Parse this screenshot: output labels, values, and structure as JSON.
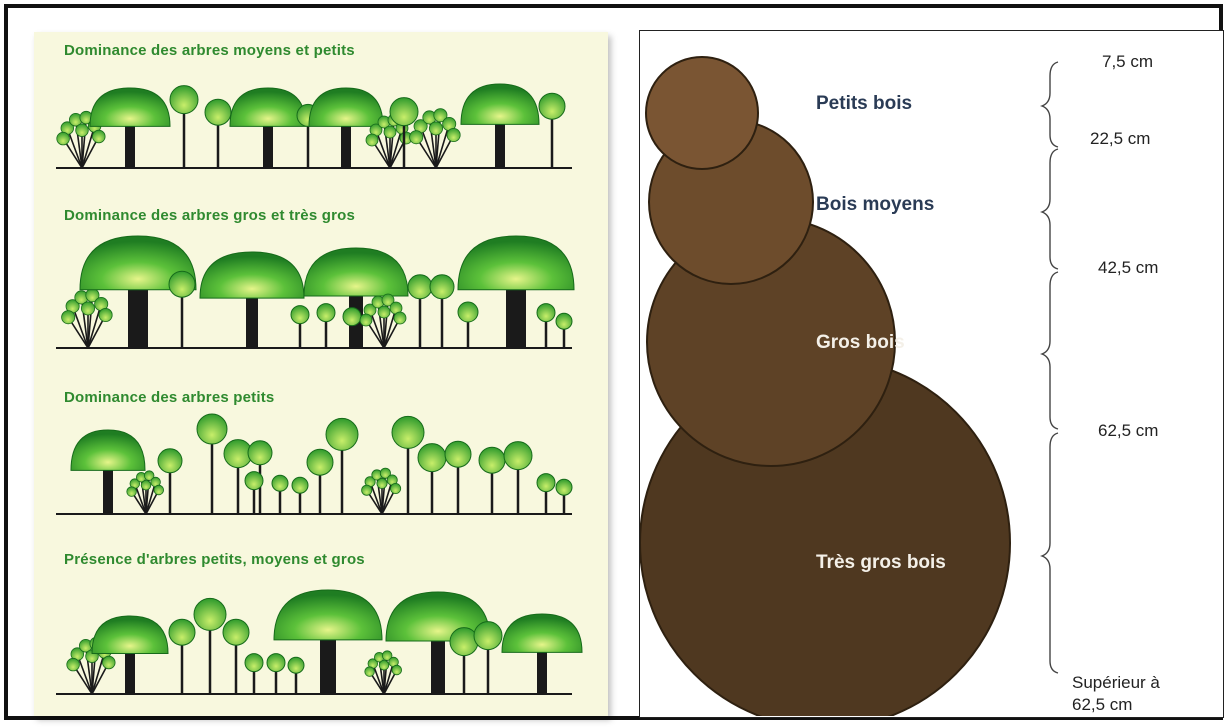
{
  "left_panel": {
    "sections": [
      {
        "title": "Dominance des arbres moyens et petits"
      },
      {
        "title": "Dominance des arbres gros et très gros"
      },
      {
        "title": "Dominance des arbres petits"
      },
      {
        "title": "Présence d'arbres petits, moyens et gros"
      }
    ]
  },
  "right_panel": {
    "categories": [
      {
        "label": "Petits bois"
      },
      {
        "label": "Bois moyens"
      },
      {
        "label": "Gros bois"
      },
      {
        "label": "Très gros bois"
      }
    ],
    "boundaries": [
      "7,5  cm",
      "22,5 cm",
      "42,5 cm",
      "62,5 cm"
    ],
    "final_label_line1": "Supérieur à",
    "final_label_line2": "62,5 cm"
  },
  "colors": {
    "background_panel": "#f8f8de",
    "title_green": "#2f8a2f",
    "circle_brown": "#5a3f22",
    "trunk": "#1a1a1a"
  }
}
